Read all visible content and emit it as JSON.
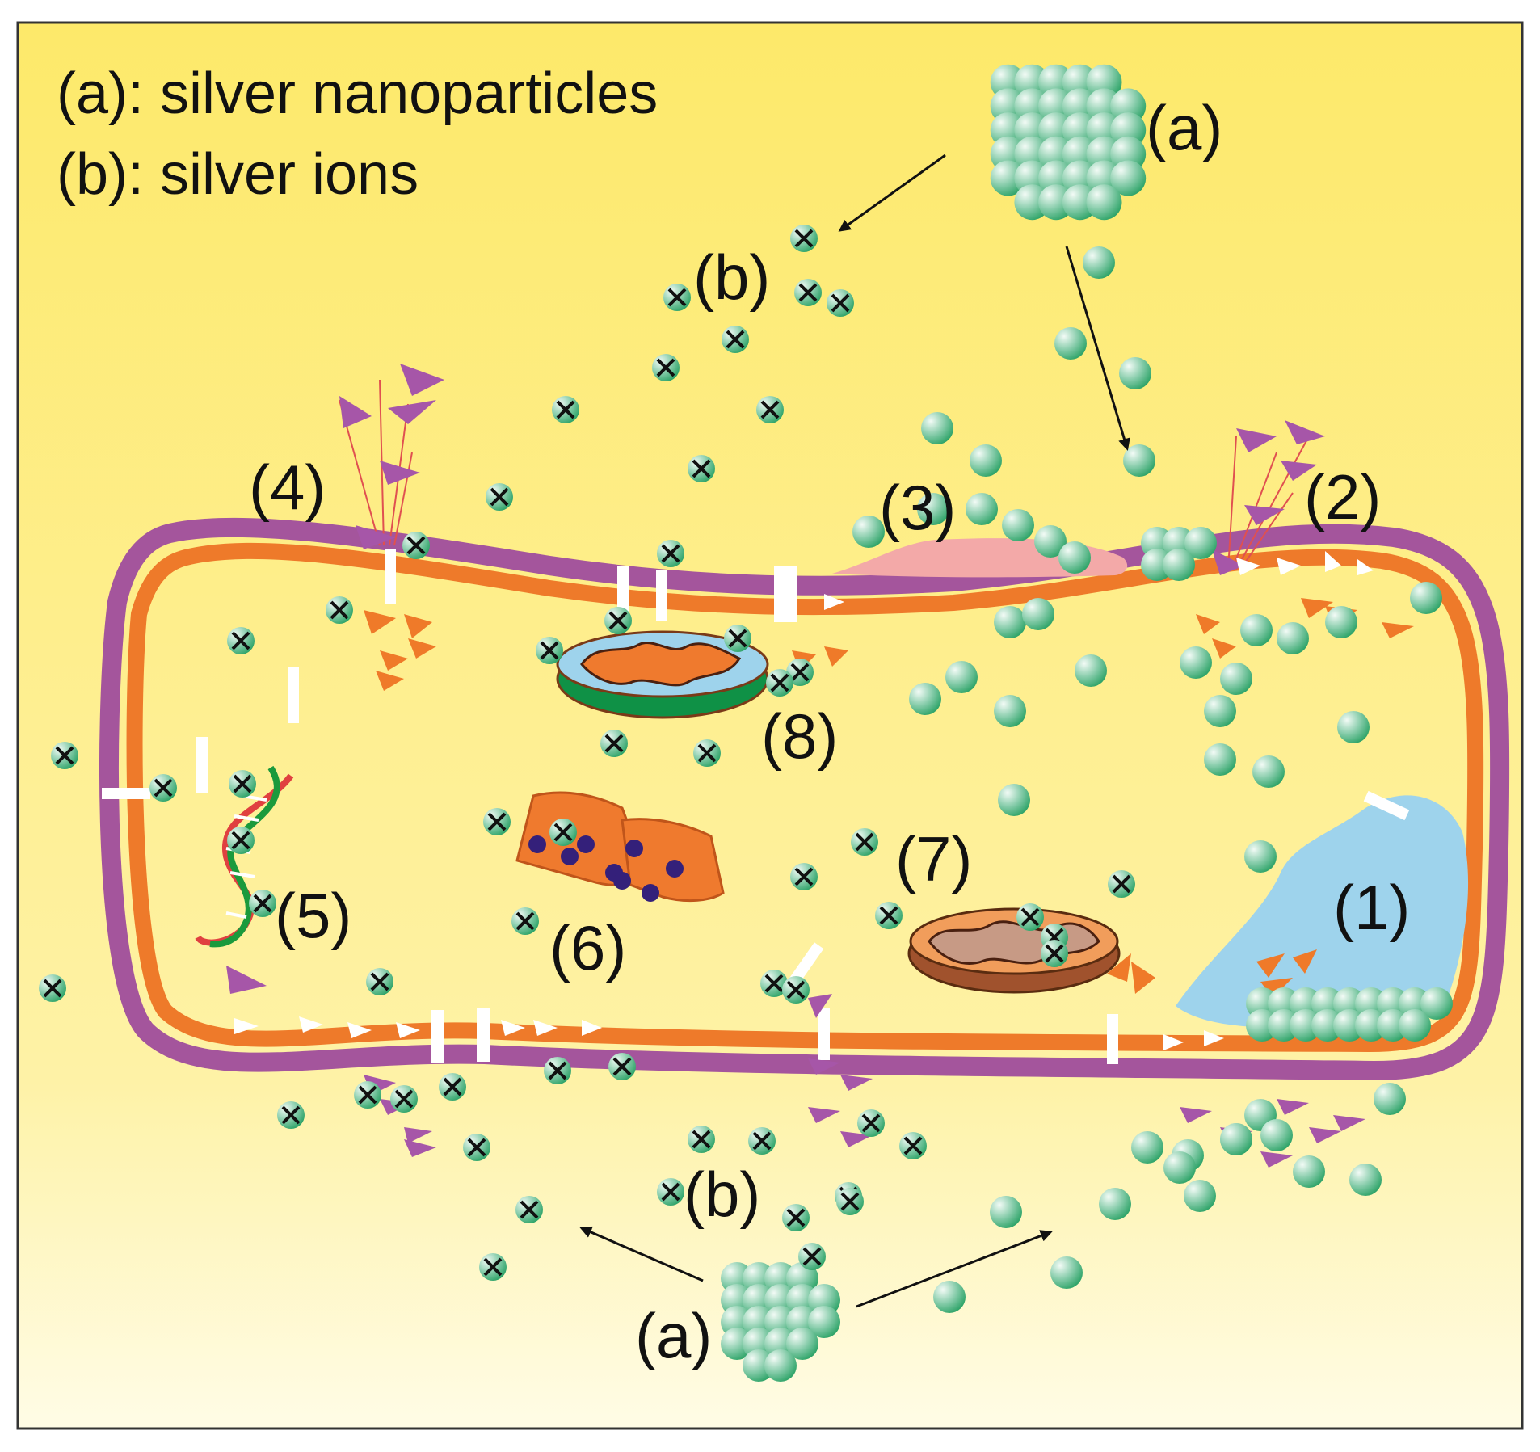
{
  "legend": {
    "a": "(a): silver nanoparticles",
    "b": "(b): silver ions"
  },
  "labels": {
    "a_top": "(a)",
    "a_bottom": "(a)",
    "b_top": "(b)",
    "b_bottom": "(b)",
    "n1": "(1)",
    "n2": "(2)",
    "n3": "(3)",
    "n4": "(4)",
    "n5": "(5)",
    "n6": "(6)",
    "n7": "(7)",
    "n8": "(8)"
  },
  "colors": {
    "background_top": "#fde96a",
    "background_bottom": "#fffbe0",
    "outer_membrane": "#a4559c",
    "inner_membrane": "#ee7a2a",
    "particle_light": "#f3fbf6",
    "particle_dark": "#1e9c5c",
    "biofilm_blue": "#9ed3ec",
    "pink_bump": "#f3a9a8",
    "purple_triangle": "#a656a8",
    "orange_triangle": "#ef7a29",
    "ribosome_orange": "#ef7a2e",
    "ribosome_dot": "#34207a",
    "mito_green": "#0f9146",
    "mito_brown": "#a0522d",
    "arrow": "#111111"
  }
}
